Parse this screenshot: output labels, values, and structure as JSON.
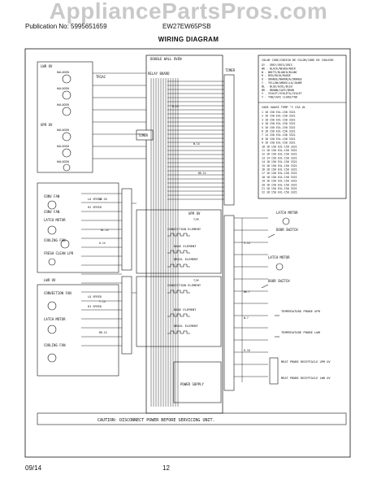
{
  "header": {
    "watermark": "AppliancePartsPros.com",
    "publication_no": "Publication No: 5995651659",
    "model": "EW27EW65PSB",
    "title": "WIRING DIAGRAM"
  },
  "diagram": {
    "labels": {
      "lwr_ov_top": "LWR OV",
      "halogen": "HALOGEN",
      "upr_ov": "UPR OV",
      "triac": "TRIAC",
      "double_wall_oven": "DOUBLE WALL OVEN",
      "relay_board": "RELAY BOARD",
      "timer": "TIMER",
      "timer_box": "TIMER",
      "conv_fan": "CONV FAN",
      "latch_motor": "LATCH MOTOR",
      "cooling_fan": "COOLING FAN",
      "fresh_clean_lamp": "FRESH CLEAN LPR",
      "lwr_ov_mid": "LWR OV",
      "convection_fan": "CONVECTION FAN",
      "lo_speed": "LO SPEED",
      "hi_speed": "HI SPEED",
      "upr_ov_right": "UPR OV",
      "tim": "T/M",
      "convection_element": "CONVECTION ELEMENT",
      "bake_element": "BAKE ELEMENT",
      "broil_element": "BROIL ELEMENT",
      "latch_motor_upper": "LATCH MOTOR",
      "door_switch_upper": "DOOR SWITCH",
      "latch_motor_lower": "LATCH MOTOR",
      "door_switch_lower": "DOOR SWITCH",
      "temp_probe_upr": "TEMPERATURE PROBE UPR",
      "temp_probe_lwr": "TEMPERATURE PROBE LWR",
      "meat_probe_upr": "MEAT PROBE RECEPTACLE UPR OV",
      "meat_probe_lwr": "MEAT PROBE RECEPTACLE LWR OV",
      "power_supply": "POWER SUPPLY",
      "caution": "CAUTION: DISCONNECT POWER BEFORE SERVICING UNIT."
    },
    "color_code": {
      "header": "COLOR CODE/CODIGO DE COLOR/CODE DE COULEUR",
      "entries": [
        "GY - GREY/GRIS/GRIS",
        "BK - BLACK/NEGRO/NOIR",
        "W - WHITE/BLANCO/BLANC",
        "R - RED/ROJO/ROUGE",
        "O - ORANGE/NARANJA/ORANGE",
        "Y - YELLOW/AMARILLO/JAUNE",
        "BL - BLUE/AZUL/BLEU",
        "BR - BROWN/CAFE/BRUN",
        "V - VIOLET/VIOLETA/VIOLET",
        "T - TAN/CAFE CLARO/TAN"
      ]
    },
    "wire_table": {
      "header": "CODE  GAUGE  TEMP °C  CSA  UL",
      "rows": [
        "1   16   150  EXL-150  3321",
        "2   16   150  EXL-150  3321",
        "3   18   150  EXL-150  3321",
        "4   18   150  EXL-150  3321",
        "5   16   150  EXL-150  3321",
        "6   18   150  EXL-150  3321",
        "7   14   150  EXL-150  3321",
        "8   18   150  EXL-150  3321",
        "9   16   150  EXL-150  3321",
        "10  16   150  EXL-150  3321",
        "11  18   150  EXL-150  3321",
        "12  16   150  EXL-150  3321",
        "13  14   150  EXL-150  3321",
        "14  18   150  EXL-150  3321",
        "15  16   150  EXL-150  3321",
        "16  18   150  EXL-150  3321",
        "17  16   150  EXL-150  3321",
        "18  18   150  EXL-150  3321",
        "19  16   150  EXL-150  3321",
        "20  18   150  EXL-150  3321",
        "21  16   150  EXL-150  3321",
        "22  18   150  EXL-150  3321"
      ]
    },
    "wire_tags": [
      "R-14",
      "W-14",
      "BK-14",
      "GY-20",
      "BL-14",
      "O-14",
      "Y-14",
      "BR-14",
      "V-14",
      "BK-7",
      "W-7",
      "R-18"
    ]
  },
  "footer": {
    "date": "09/14",
    "page": "12"
  }
}
